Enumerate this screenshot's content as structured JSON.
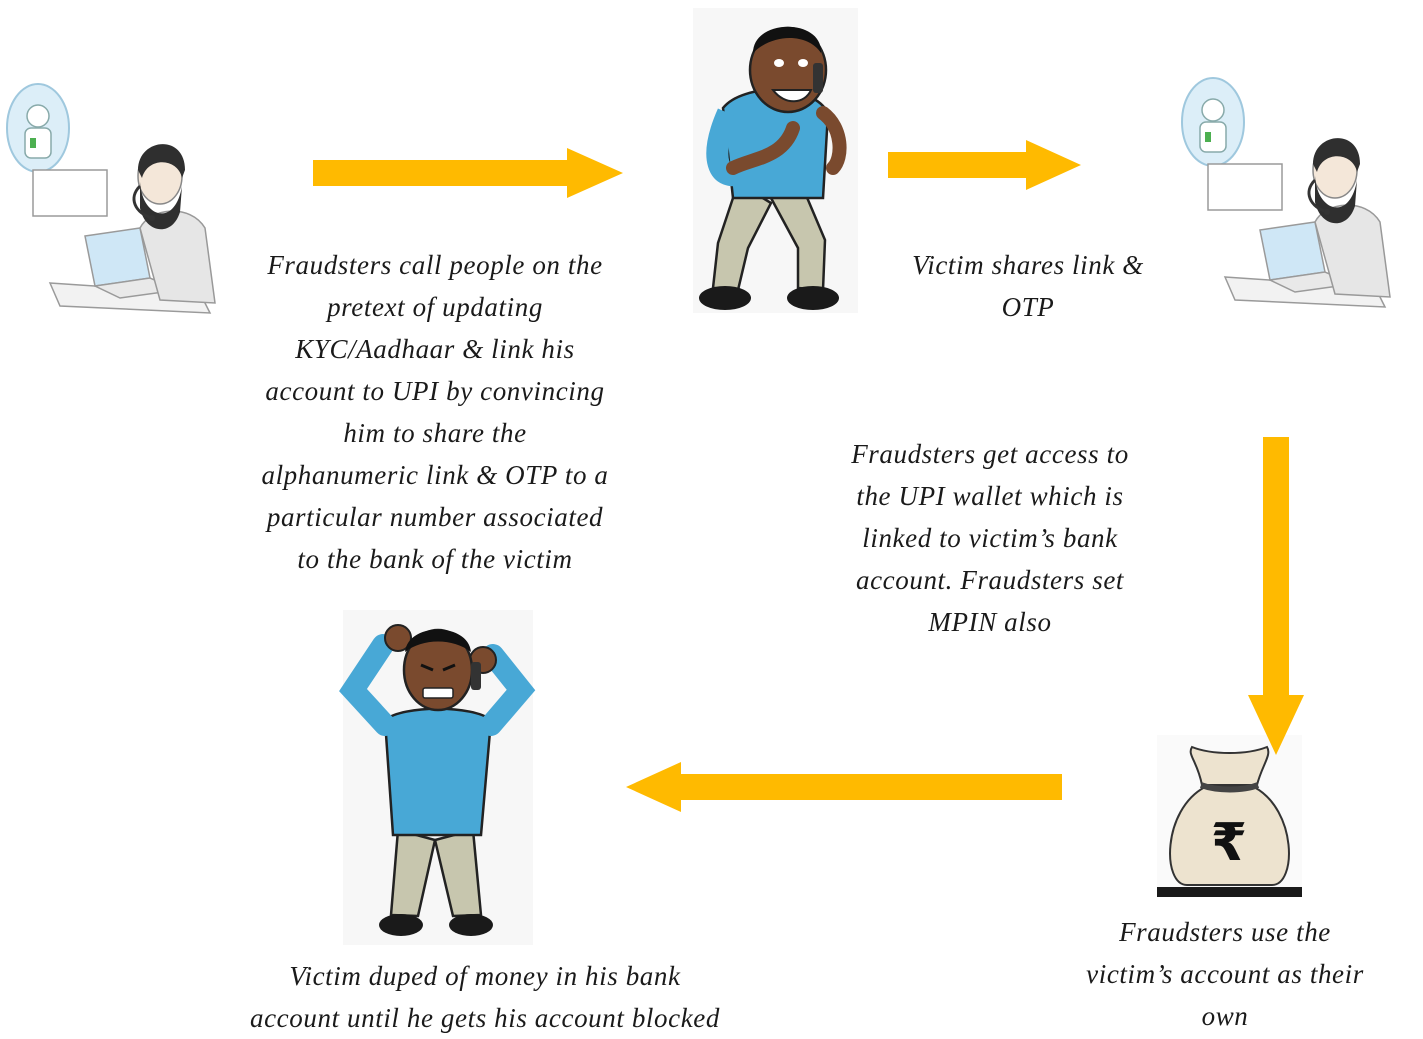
{
  "colors": {
    "arrow": "#FFBA00",
    "shirt": "#48A8D6",
    "skin": "#7A4A2E",
    "pants": "#C7C6AE",
    "bag": "#EDE3CF"
  },
  "steps": [
    {
      "id": "fraudster-calls",
      "caption_lines": [
        "Fraudsters call people on the",
        "pretext of updating",
        "KYC/Aadhaar & link his",
        "account to UPI by convincing",
        "him to share the",
        "alphanumeric link & OTP to a",
        "particular number associated",
        "to the bank of the victim"
      ]
    },
    {
      "id": "victim-shares",
      "caption_lines": [
        "Victim shares link &",
        "OTP"
      ]
    },
    {
      "id": "fraudster-access",
      "caption_lines": [
        "Fraudsters get access to",
        "the UPI wallet which is",
        "linked to victim’s bank",
        "account. Fraudsters set",
        "MPIN also"
      ]
    },
    {
      "id": "use-account",
      "caption_lines": [
        "Fraudsters use the",
        "victim’s account as their",
        "own"
      ]
    },
    {
      "id": "victim-duped",
      "caption_lines": [
        "Victim duped of money in his bank",
        "account until he gets his account blocked"
      ]
    }
  ],
  "money_bag": {
    "symbol": "₹"
  },
  "icons": {
    "fraudster": "fraudster-at-laptop-icon",
    "victim_happy": "victim-on-phone-icon",
    "victim_upset": "upset-victim-icon",
    "money_bag": "rupee-money-bag-icon"
  }
}
